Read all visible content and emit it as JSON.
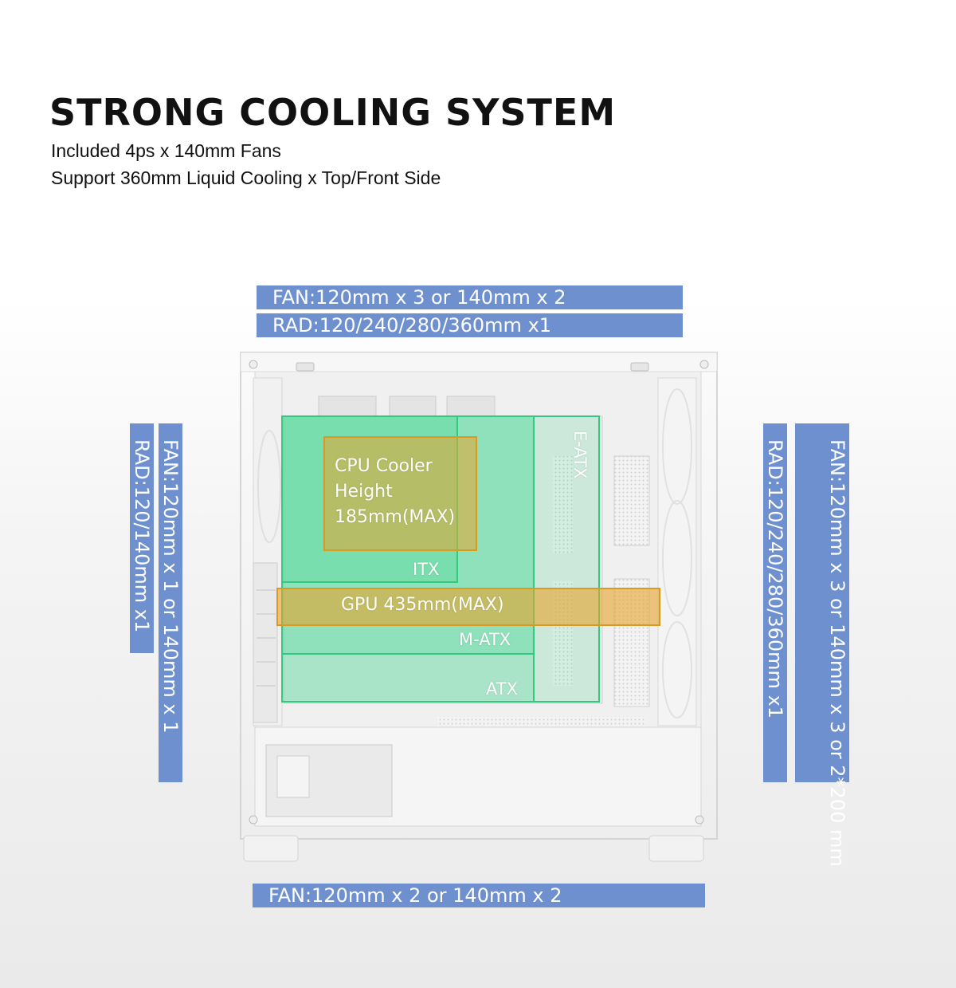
{
  "header": {
    "title": "STRONG COOLING SYSTEM",
    "line1": "Included 4ps x 140mm Fans",
    "line2": "Support 360mm Liquid Cooling x Top/Front Side"
  },
  "top": {
    "fan": "FAN:120mm x 3 or 140mm x 2",
    "rad": "RAD:120/240/280/360mm x1"
  },
  "rear": {
    "fan": "FAN:120mm x 1 or 140mm x 1",
    "rad": "RAD:120/140mm x1"
  },
  "front": {
    "fan_line1": "FAN:120mm x 3 or 140mm x 3",
    "fan_line2": "or 2*200 mm",
    "rad": "RAD:120/240/280/360mm x1"
  },
  "bottom": {
    "fan": "FAN:120mm x 2 or 140mm x 2"
  },
  "overlays": {
    "cpu_line1": "CPU Cooler",
    "cpu_line2": "Height",
    "cpu_line3": "185mm(MAX)",
    "itx": "ITX",
    "gpu": "GPU 435mm(MAX)",
    "matx": "M-ATX",
    "atx": "ATX",
    "eatx": "E-ATX"
  },
  "colors": {
    "bar": "#6e90cf",
    "board_green": "#3fd98f",
    "amber": "#e8a42c"
  }
}
